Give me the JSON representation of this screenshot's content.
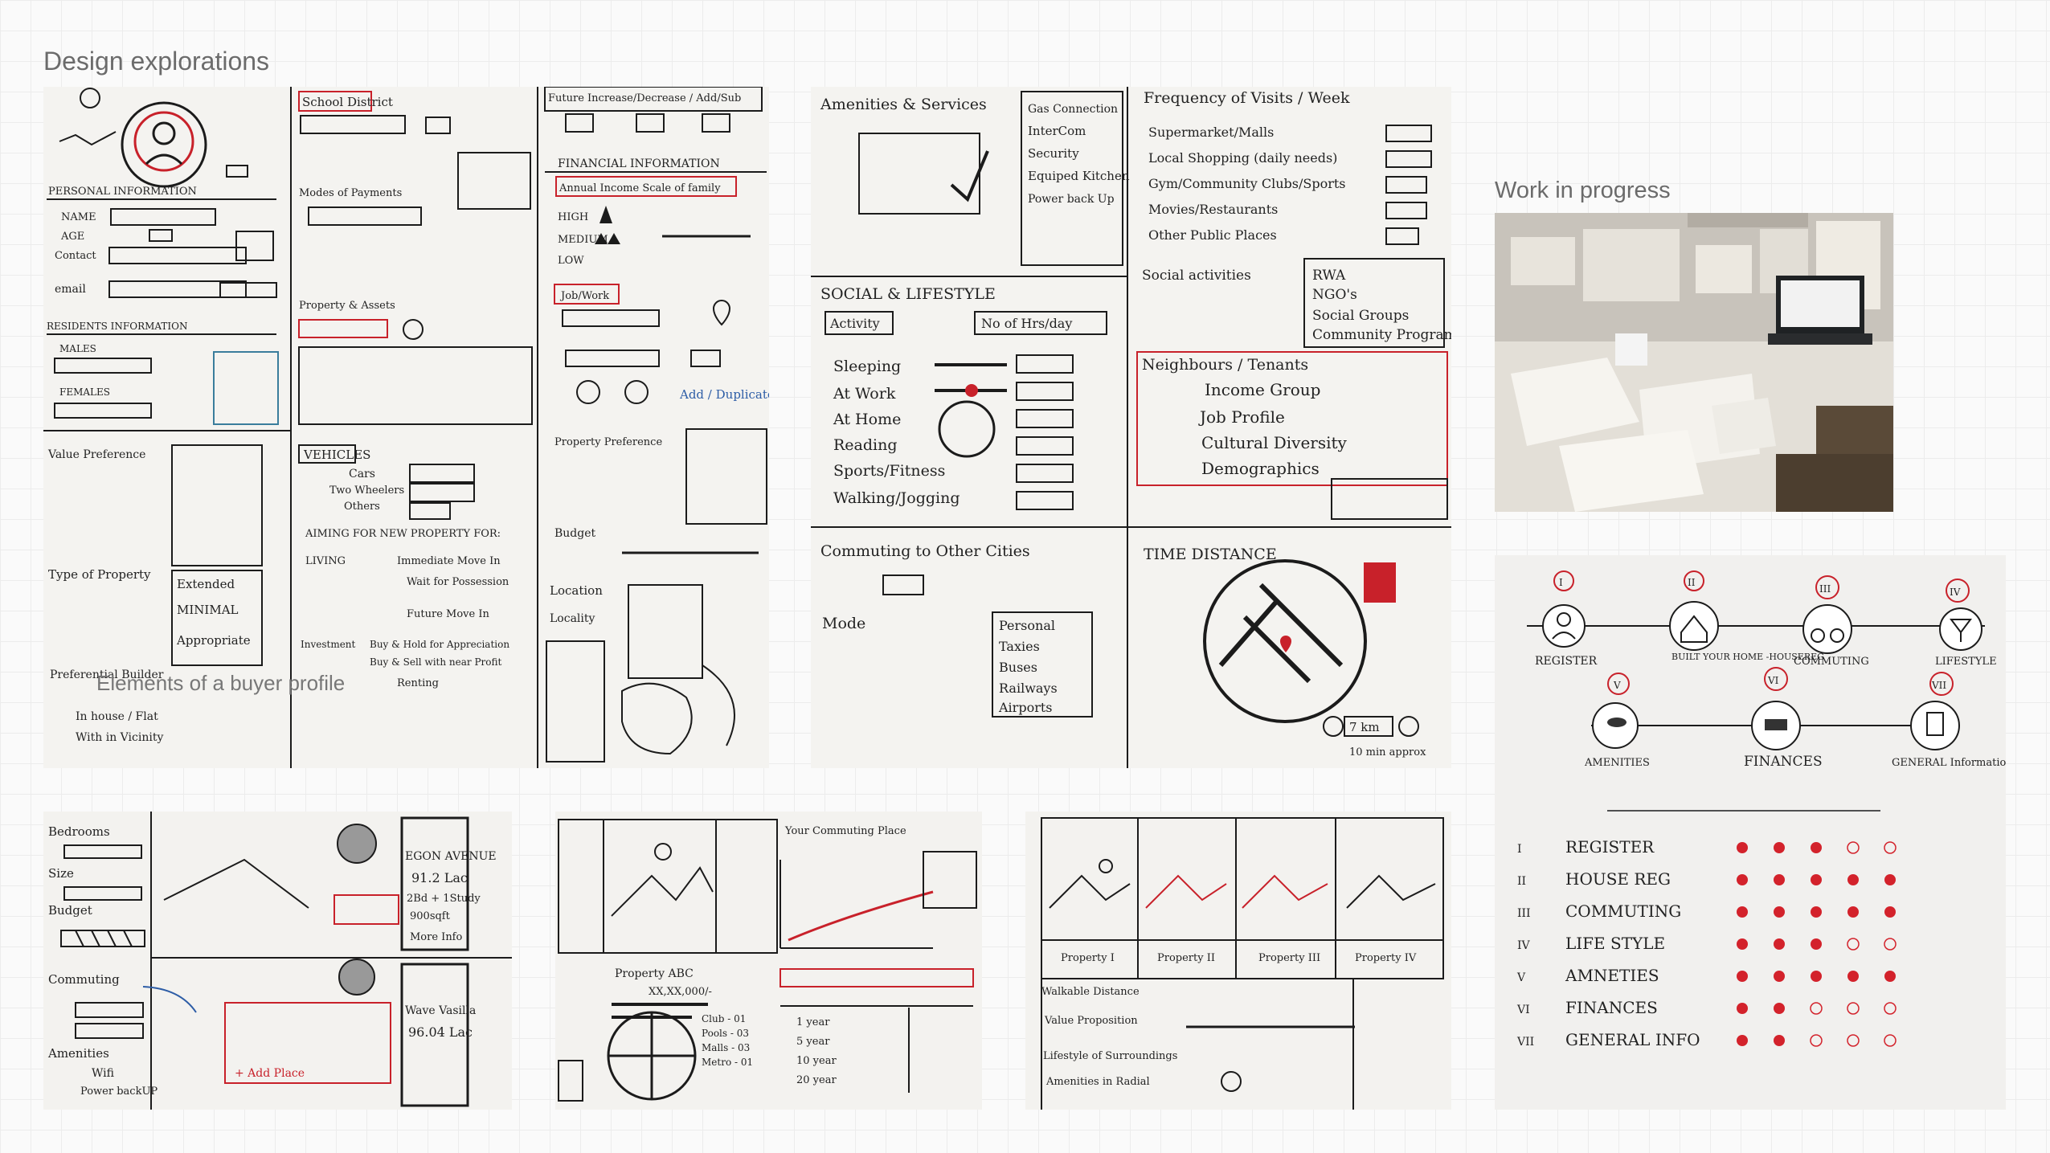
{
  "labels": {
    "design_explorations": "Design explorations",
    "work_in_progress": "Work in progress",
    "buyer_profile": "Elements of a buyer profile"
  },
  "sketch1": {
    "personal_info": "PERSONAL INFORMATION",
    "name": "NAME",
    "age": "AGE",
    "contact": "Contact",
    "email": "email",
    "residents": "RESIDENTS INFORMATION",
    "males": "MALES",
    "females": "FEMALES",
    "value_preference": "Value Preference",
    "type_of_property": "Type of Property",
    "preferential_builder": "Preferential Builder"
  },
  "sketch2": {
    "school_district": "School District",
    "modes_of_payment": "Modes of Payments",
    "property_assets": "Property & Assets",
    "vehicles": "VEHICLES",
    "cars": "Cars",
    "two_wheelers": "Two Wheelers",
    "others": "Others",
    "aiming": "AIMING FOR NEW PROPERTY FOR:",
    "living": "LIVING",
    "investment": "Investment",
    "renting": "Renting"
  },
  "sketch3": {
    "future": "Future Increase/Decrease / Add/Sub",
    "financial": "FINANCIAL INFORMATION",
    "annual_income": "Annual Income Scale of family",
    "high": "HIGH",
    "medium": "MEDIUM",
    "low": "LOW",
    "job_work": "Job/Work",
    "add_duplicate": "Add / Duplicate",
    "property_preference": "Property Preference",
    "budget": "Budget",
    "location": "Location",
    "locality": "Locality"
  },
  "sketch4": {
    "amenities": "Amenities & Services",
    "frequency": "Frequency of Visits / Week",
    "social_lifestyle": "SOCIAL & LIFESTYLE",
    "activity": "Activity",
    "hrs_day": "No of Hrs/day",
    "social_activities": "Social activities",
    "neighbours": "Neighbours / Tenants",
    "commuting": "Commuting to Other Cities",
    "mode": "Mode",
    "time_distance": "TIME DISTANCE",
    "km": "7 km",
    "minutes": "10 min approx",
    "activities": [
      "Sleeping",
      "At Work",
      "At Home",
      "Reading",
      "Sports/Fitness",
      "Walking/Jogging"
    ],
    "visits": [
      "Supermarket/Malls",
      "Local Shopping (daily needs)",
      "Gym/Community Clubs/Sports",
      "Movies/Restaurants",
      "Other Public Places"
    ],
    "groups": [
      "RWA",
      "NGO's",
      "Social Groups",
      "Community Programs"
    ],
    "neighbour_items": [
      "Income Group",
      "Job Profile",
      "Cultural Diversity",
      "Demographics"
    ],
    "modes": [
      "Personal",
      "Taxies",
      "Buses",
      "Railways",
      "Airports"
    ]
  },
  "sketch5": {
    "bedrooms": "Bedrooms",
    "size": "Size",
    "budget": "Budget",
    "commuting": "Commuting",
    "amenities": "Amenities",
    "wifi": "Wifi",
    "power_backup": "Power backUP",
    "card1_title": "EGON AVENUE",
    "card1_price": "91.2 Lac",
    "card1_size": "2Bd + 1Study",
    "card1_area": "900sqft",
    "card2_title": "Wave Vasilla",
    "card2_price": "96.04 Lac",
    "more_info": "More Info",
    "add_place": "+ Add Place"
  },
  "sketch6": {
    "header": "Your Commuting Place",
    "property": "Property ABC",
    "price": "XX,XX,000/-",
    "club": "Club - 01",
    "pools": "Pools - 03",
    "malls": "Malls - 03",
    "metro": "Metro - 01",
    "table_rows": [
      "1 year",
      "5 year",
      "10 year",
      "20 year"
    ]
  },
  "sketch7": {
    "properties": [
      "Property I",
      "Property II",
      "Property III",
      "Property IV"
    ],
    "walkable": "Walkable Distance",
    "value": "Value Proposition",
    "lifestyle": "Lifestyle of Surroundings",
    "amenities": "Amenities in Radial"
  },
  "flow": {
    "steps_top": [
      {
        "num": "I",
        "label": "REGISTER"
      },
      {
        "num": "II",
        "label": "BUILT YOUR HOME -HOUSEREG"
      },
      {
        "num": "III",
        "label": "COMMUTING"
      },
      {
        "num": "IV",
        "label": "LIFESTYLE"
      }
    ],
    "steps_bottom": [
      {
        "num": "V",
        "label": "AMENITIES"
      },
      {
        "num": "VI",
        "label": "FINANCES"
      },
      {
        "num": "VII",
        "label": "GENERAL Information"
      }
    ],
    "rows": [
      {
        "num": "I",
        "label": "REGISTER",
        "filled": 3,
        "total": 5
      },
      {
        "num": "II",
        "label": "HOUSE REG",
        "filled": 5,
        "total": 5
      },
      {
        "num": "III",
        "label": "COMMUTING",
        "filled": 5,
        "total": 5
      },
      {
        "num": "IV",
        "label": "LIFE STYLE",
        "filled": 3,
        "total": 5
      },
      {
        "num": "V",
        "label": "AMNETIES",
        "filled": 5,
        "total": 5
      },
      {
        "num": "VI",
        "label": "FINANCES",
        "filled": 2,
        "total": 5
      },
      {
        "num": "VII",
        "label": "GENERAL INFO",
        "filled": 2,
        "total": 5
      }
    ]
  }
}
